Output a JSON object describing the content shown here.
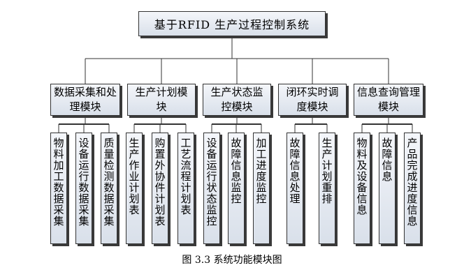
{
  "root": "基于RFID 生产过程控制系统",
  "modules": [
    {
      "label": "数据采集和处理模块",
      "children": [
        "物料加工数据采集",
        "设备运行数据采集",
        "质量检测数据采集"
      ]
    },
    {
      "label": "生产计划模块",
      "children": [
        "生产作业计划表",
        "购置外协件计划表",
        "工艺流程计划表"
      ]
    },
    {
      "label": "生产状态监控模块",
      "children": [
        "设备运行状态监控",
        "故障信息监控",
        "加工进度监控"
      ]
    },
    {
      "label": "闭环实时调度模块",
      "children": [
        "故障信息处理",
        "生产计划重排"
      ]
    },
    {
      "label": "信息查询管理模块",
      "children": [
        "物料及设备信息",
        "故障信息",
        "产品完成进度信息"
      ]
    }
  ],
  "caption": "图 3.3  系统功能模块图"
}
